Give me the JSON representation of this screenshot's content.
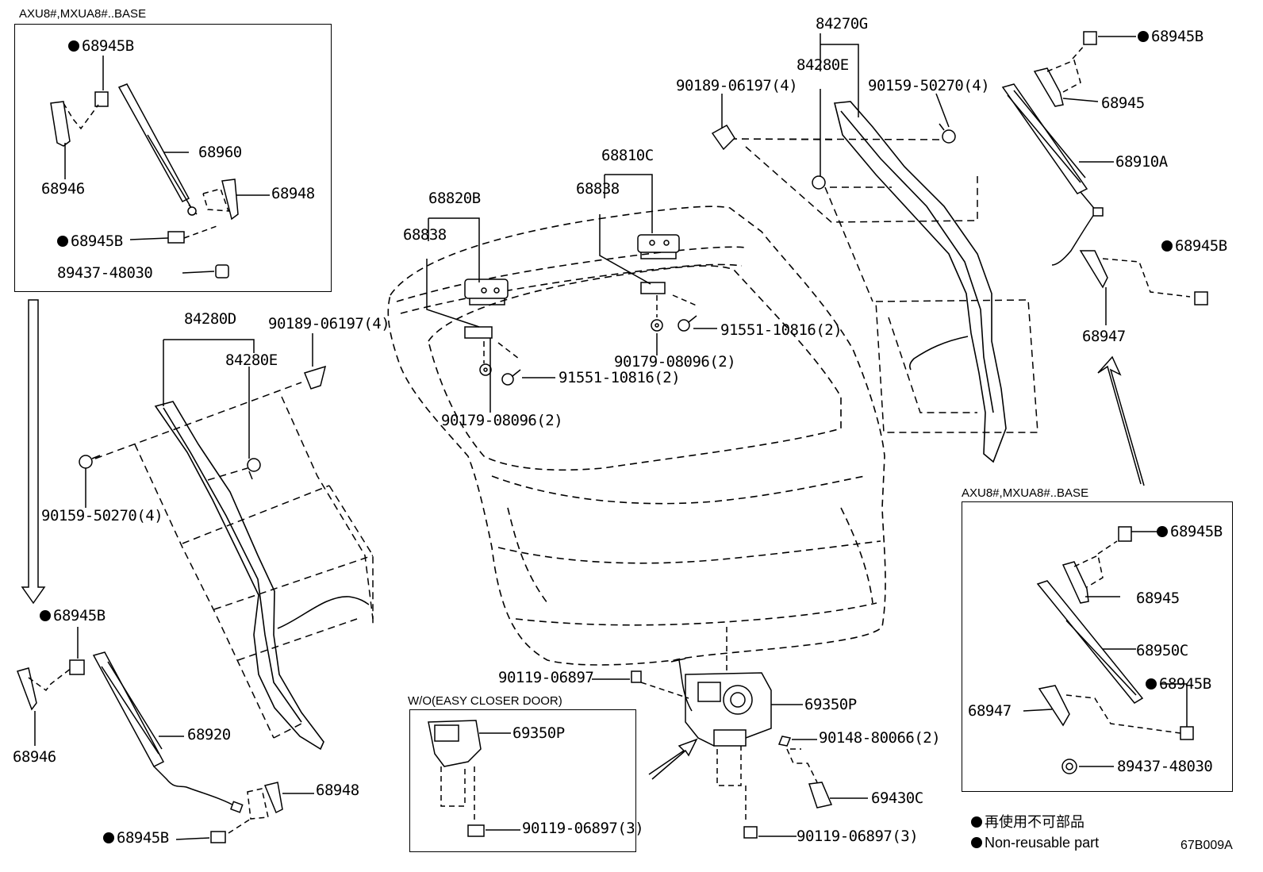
{
  "boxes": {
    "top_left_title": "AXU8#,MXUA8#..BASE",
    "right_title": "AXU8#,MXUA8#..BASE",
    "closer_title": "W/O(EASY CLOSER DOOR)"
  },
  "labels": {
    "tl_68945B_top": "68945B",
    "tl_68960": "68960",
    "tl_68946": "68946",
    "tl_68948": "68948",
    "tl_68945B_bottom": "68945B",
    "tl_89437": "89437-48030",
    "l_84280D": "84280D",
    "l_84280E": "84280E",
    "l_90189": "90189-06197(4)",
    "l_90159": "90159-50270(4)",
    "bl_68945B_top": "68945B",
    "bl_68946": "68946",
    "bl_68920": "68920",
    "bl_68948": "68948",
    "bl_68945B_bottom": "68945B",
    "c_68820B": "68820B",
    "c_68838_left": "68838",
    "c_68810C": "68810C",
    "c_68838_right": "68838",
    "c_91551_left": "91551-10816(2)",
    "c_90179_left": "90179-08096(2)",
    "c_91551_right": "91551-10816(2)",
    "c_90179_right": "90179-08096(2)",
    "r_84270G": "84270G",
    "r_84280E": "84280E",
    "r_90189": "90189-06197(4)",
    "r_90159": "90159-50270(4)",
    "tr_68945B_top": "68945B",
    "tr_68945": "68945",
    "tr_68910A": "68910A",
    "tr_68945B_mid": "68945B",
    "tr_68947": "68947",
    "br_68945B_top": "68945B",
    "br_68945": "68945",
    "br_68950C": "68950C",
    "br_68945B_mid": "68945B",
    "br_68947": "68947",
    "br_89437": "89437-48030",
    "m_90119": "90119-06897",
    "m_69350P": "69350P",
    "m_90148": "90148-80066(2)",
    "m_69430C": "69430C",
    "m_90119_3": "90119-06897(3)",
    "cl_69350P": "69350P",
    "cl_90119_3": "90119-06897(3)"
  },
  "legend": {
    "chinese": "再使用不可部品",
    "english": "Non-reusable part"
  },
  "figure_code": "67B009A"
}
